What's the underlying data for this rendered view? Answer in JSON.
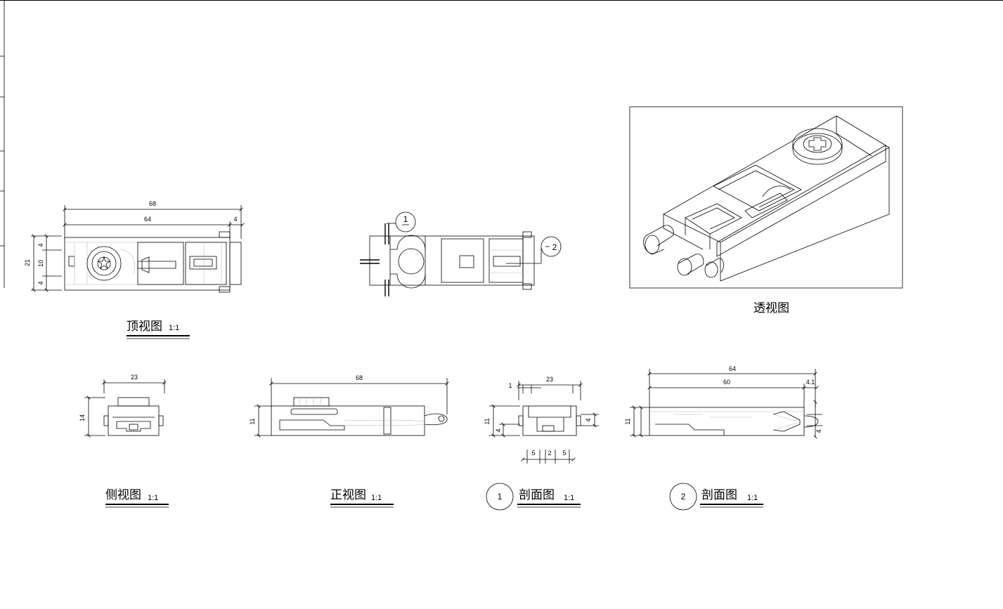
{
  "views": {
    "top": {
      "title": "顶视图",
      "scale": "1:1"
    },
    "persp": {
      "title": "透视图"
    },
    "side": {
      "title": "侧视图",
      "scale": "1:1"
    },
    "front": {
      "title": "正视图",
      "scale": "1:1"
    },
    "section1": {
      "number": "1",
      "title": "剖面图",
      "scale": "1:1"
    },
    "section2": {
      "number": "2",
      "title": "剖面图",
      "scale": "1:1"
    }
  },
  "section_markers": {
    "one": "1",
    "two": "2"
  },
  "dimensions": {
    "top": {
      "overall": "68",
      "body": "64",
      "end": "4",
      "height": "21",
      "a": "4",
      "b": "10",
      "c": "4"
    },
    "side": {
      "width": "23",
      "height": "14"
    },
    "front": {
      "length": "68",
      "height": "11"
    },
    "section1": {
      "width": "23",
      "left": "1",
      "h": "11",
      "s": "4",
      "r": "4",
      "b1": "5",
      "b2": "2",
      "b3": "5"
    },
    "section2": {
      "overall": "64",
      "inner": "60",
      "end": "4.1",
      "height": "11",
      "r": "4"
    }
  }
}
